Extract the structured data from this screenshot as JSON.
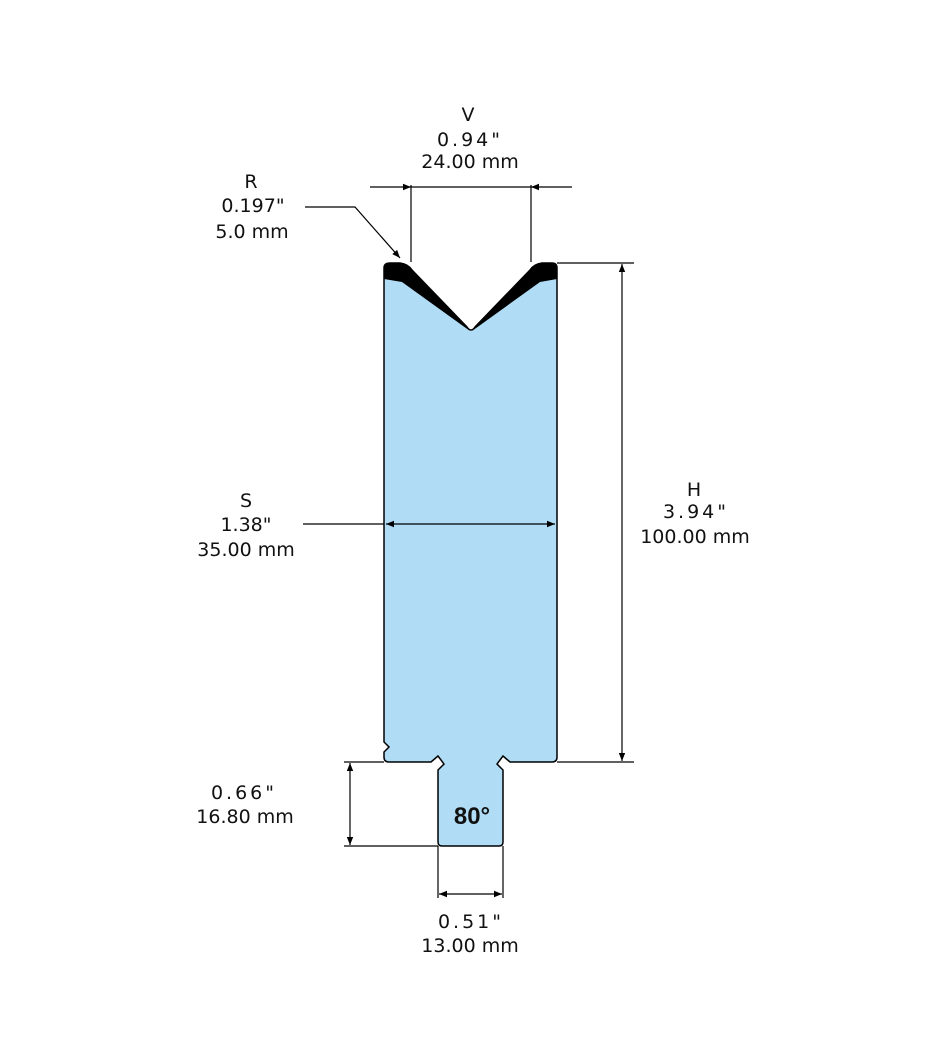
{
  "colors": {
    "die_fill": "#b0ddf5",
    "outline": "#000000",
    "background": "#ffffff"
  },
  "dimensions": {
    "v": {
      "label": "V",
      "inch": "0.94\"",
      "mm": "24.00 mm"
    },
    "r": {
      "label": "R",
      "inch": "0.197\"",
      "mm": "5.0 mm"
    },
    "s": {
      "label": "S",
      "inch": "1.38\"",
      "mm": "35.00 mm"
    },
    "h": {
      "label": "H",
      "inch": "3.94\"",
      "mm": "100.00 mm"
    },
    "tang_height": {
      "inch": "0.66\"",
      "mm": "16.80 mm"
    },
    "tang_width": {
      "inch": "0.51\"",
      "mm": "13.00 mm"
    }
  },
  "angle": "80°"
}
